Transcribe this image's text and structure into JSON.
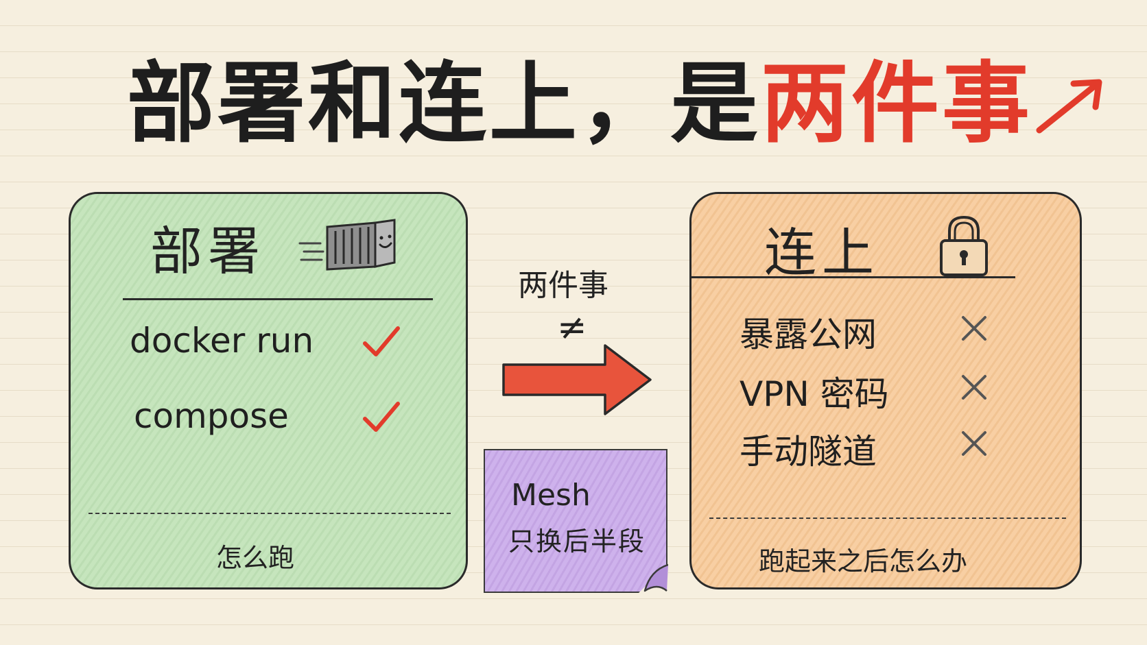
{
  "title": {
    "main": "部署和连上，是",
    "accent": "两件事"
  },
  "left_card": {
    "title": "部署",
    "items": [
      {
        "label": "docker run",
        "status": "check"
      },
      {
        "label": "compose",
        "status": "check"
      }
    ],
    "footer": "怎么跑",
    "icon": "container-icon"
  },
  "right_card": {
    "title": "连上",
    "items": [
      {
        "label": "暴露公网",
        "status": "cross"
      },
      {
        "label": "VPN 密码",
        "status": "cross"
      },
      {
        "label": "手动隧道",
        "status": "cross"
      }
    ],
    "footer": "跑起来之后怎么办",
    "icon": "padlock-icon"
  },
  "middle": {
    "label": "两件事",
    "symbol": "≠"
  },
  "note": {
    "line1": "Mesh",
    "line2": "只换后半段"
  },
  "colors": {
    "background": "#f6efdf",
    "accent_red": "#e23b2b",
    "left_card": "#bfe2b6",
    "right_card": "#f7c896",
    "note": "#c9a9ea"
  }
}
